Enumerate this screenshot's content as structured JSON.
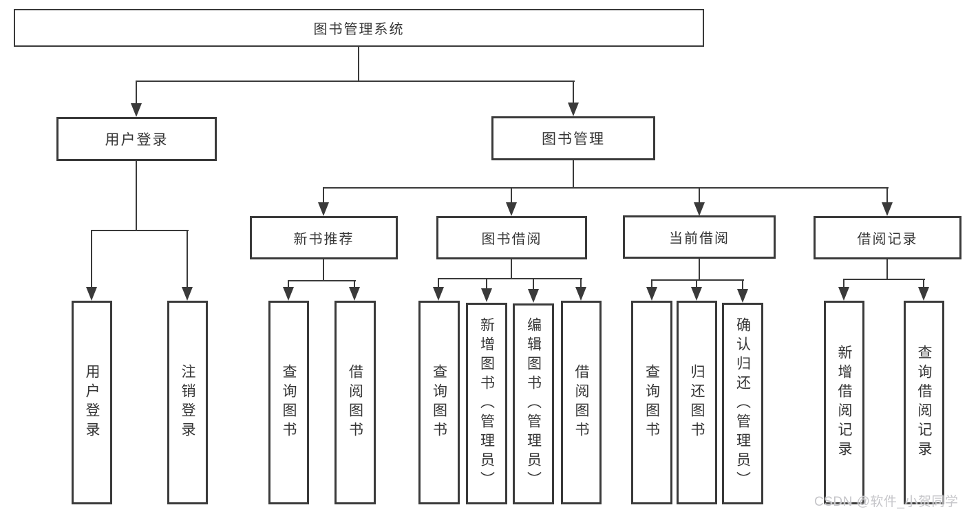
{
  "diagram": {
    "type": "hierarchy-tree",
    "title": "图书管理系统"
  },
  "tree": {
    "label": "图书管理系统",
    "children": [
      {
        "label": "用户登录",
        "children": [
          {
            "label": "用户登录"
          },
          {
            "label": "注销登录"
          }
        ]
      },
      {
        "label": "图书管理",
        "children": [
          {
            "label": "新书推荐",
            "children": [
              {
                "label": "查询图书"
              },
              {
                "label": "借阅图书"
              }
            ]
          },
          {
            "label": "图书借阅",
            "children": [
              {
                "label": "查询图书"
              },
              {
                "label": "新增图书（管理员）"
              },
              {
                "label": "编辑图书（管理员）"
              },
              {
                "label": "借阅图书"
              }
            ]
          },
          {
            "label": "当前借阅",
            "children": [
              {
                "label": "查询图书"
              },
              {
                "label": "归还图书"
              },
              {
                "label": "确认归还（管理员）"
              }
            ]
          },
          {
            "label": "借阅记录",
            "children": [
              {
                "label": "新增借阅记录"
              },
              {
                "label": "查询借阅记录"
              }
            ]
          }
        ]
      }
    ]
  },
  "watermark": {
    "text": "CSDN @软件_小贺同学"
  },
  "colors": {
    "line": "#3a3a3a",
    "text": "#363636",
    "background": "#ffffff",
    "box_fill": "#ffffff",
    "watermark": "#c6c6ca"
  }
}
